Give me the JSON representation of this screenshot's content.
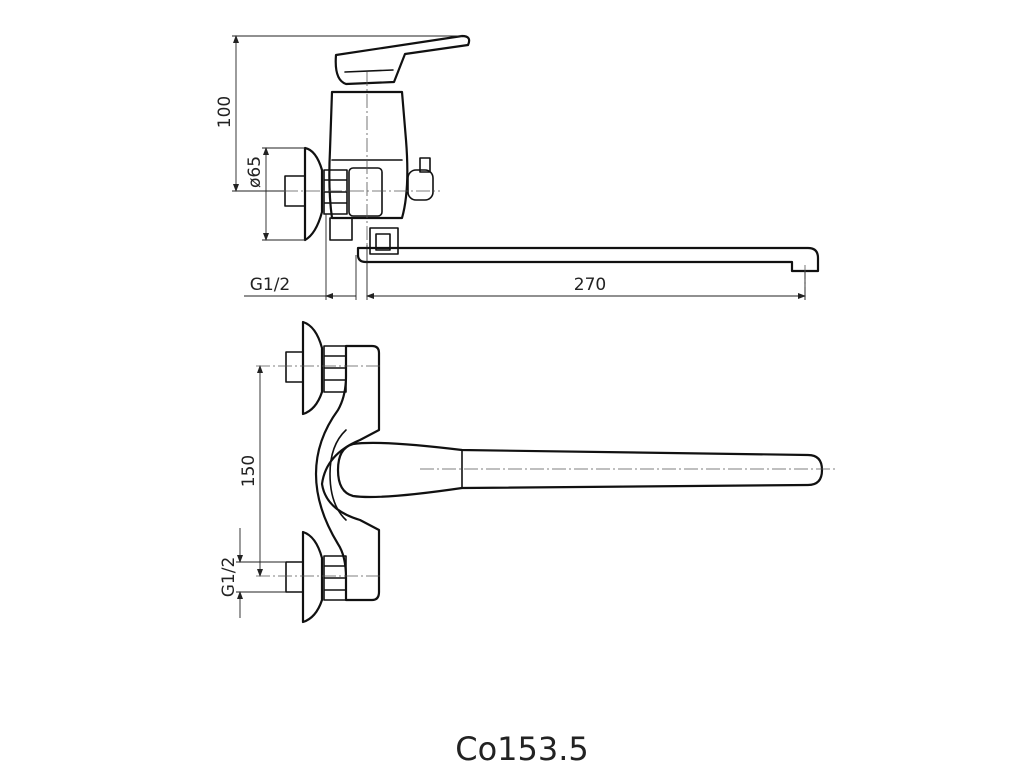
{
  "drawing": {
    "model_code": "Co153.5",
    "dimensions": {
      "height": "100",
      "escutcheon_diameter": "ø65",
      "inlet_thread_side": "G1/2",
      "spout_reach": "270",
      "inlet_spacing": "150",
      "inlet_thread_top": "G1/2"
    }
  }
}
